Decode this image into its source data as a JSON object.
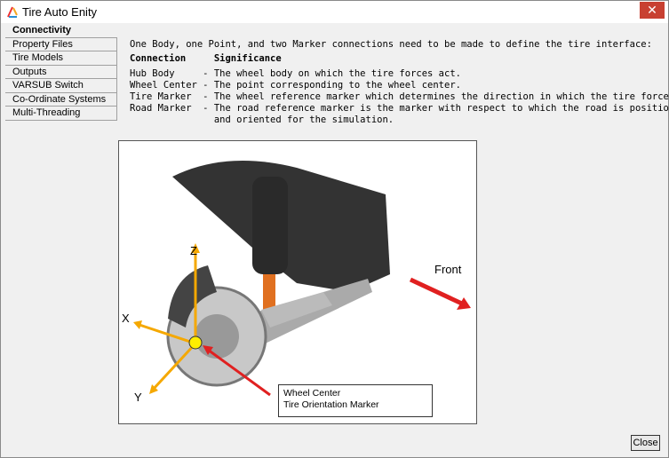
{
  "window": {
    "title": "Tire Auto Enity",
    "close_glyph": "✕"
  },
  "sidebar": {
    "items": [
      {
        "label": "Connectivity"
      },
      {
        "label": "Property Files"
      },
      {
        "label": "Tire Models"
      },
      {
        "label": "Outputs"
      },
      {
        "label": "VARSUB Switch"
      },
      {
        "label": "Co-Ordinate Systems"
      },
      {
        "label": "Multi-Threading"
      }
    ]
  },
  "main": {
    "intro": "One Body, one Point, and two Marker connections need to be made to define the tire interface:",
    "header": "Connection     Significance",
    "rows": [
      "Hub Body     - The wheel body on which the tire forces act.",
      "Wheel Center - The point corresponding to the wheel center.",
      "Tire Marker  - The wheel reference marker which determines the direction in which the tire forces act",
      "Road Marker  - The road reference marker is the marker with respect to which the road is positioned",
      "               and oriented for the simulation."
    ]
  },
  "figure": {
    "z": "Z",
    "x": "X",
    "y": "Y",
    "front": "Front",
    "legend_line1": "Wheel Center",
    "legend_line2": "Tire Orientation Marker"
  },
  "footer": {
    "close_label": "Close"
  }
}
